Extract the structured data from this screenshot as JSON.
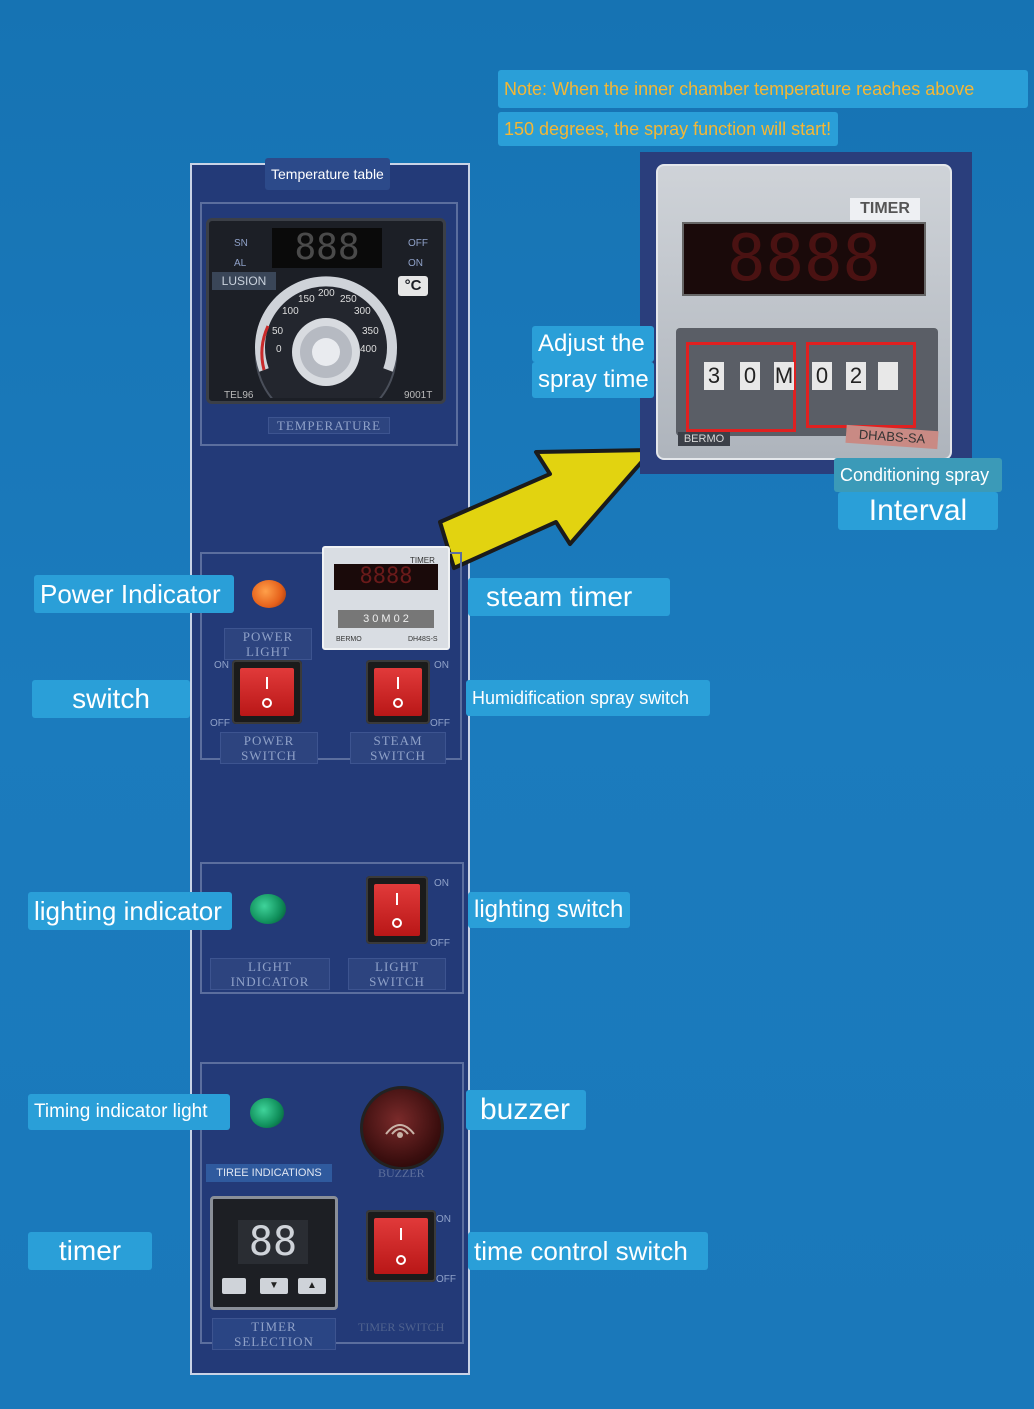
{
  "notes": {
    "line1": "Note: When the inner chamber temperature reaches above",
    "line2": "150 degrees, the spray function will start!"
  },
  "callouts": {
    "temperature_table": "Temperature table",
    "adjust_spray_time_1": "Adjust the",
    "adjust_spray_time_2": "spray time",
    "conditioning_spray": "Conditioning spray",
    "interval": "Interval",
    "power_indicator": "Power Indicator",
    "steam_timer": "steam timer",
    "switch": "switch",
    "humidification_spray_switch": "Humidification spray switch",
    "lighting_indicator": "lighting indicator",
    "lighting_switch": "lighting switch",
    "timing_indicator_light": "Timing indicator light",
    "buzzer": "buzzer",
    "timer": "timer",
    "time_control_switch": "time control switch"
  },
  "temperature_controller": {
    "sn": "SN",
    "al": "AL",
    "off": "OFF",
    "on": "ON",
    "display": "888",
    "brand": "LUSION",
    "unit": "°C",
    "dial_scale": [
      "0",
      "50",
      "100",
      "150",
      "200",
      "250",
      "300",
      "350",
      "400"
    ],
    "model_left": "TEL96",
    "model_right": "9001T",
    "plate": "TEMPERATURE"
  },
  "timer_closeup": {
    "title": "TIMER",
    "display": "8888",
    "digits_left": [
      "3",
      "0",
      "M"
    ],
    "digits_right": [
      "0",
      "2"
    ],
    "brand": "BERMO",
    "model": "DHABS-SA"
  },
  "small_timer": {
    "title": "TIMER",
    "display": "8888",
    "digits": "3 0 M 0 2",
    "brand": "BERMO",
    "model": "DH48S-S"
  },
  "plates": {
    "power_light": "POWER LIGHT",
    "power_switch": "POWER SWITCH",
    "steam_switch": "STEAM SWITCH",
    "light_indicator": "LIGHT INDICATOR",
    "light_switch": "LIGHT SWITCH",
    "tiree_indications": "TIREE INDICATIONS",
    "buzzer": "BUZZER",
    "timer_selection": "TIMER SELECTION",
    "timer_switch": "TIMER SWITCH"
  },
  "switch_marks": {
    "on": "ON",
    "off": "OFF"
  },
  "digital_timer": {
    "display": "88"
  },
  "colors": {
    "background": "#1a78ba",
    "callout": "#2a9fd8",
    "note_text": "#f4b735",
    "panel": "#233a78",
    "arrow": "#e2d310",
    "highlight": "#e02020"
  }
}
